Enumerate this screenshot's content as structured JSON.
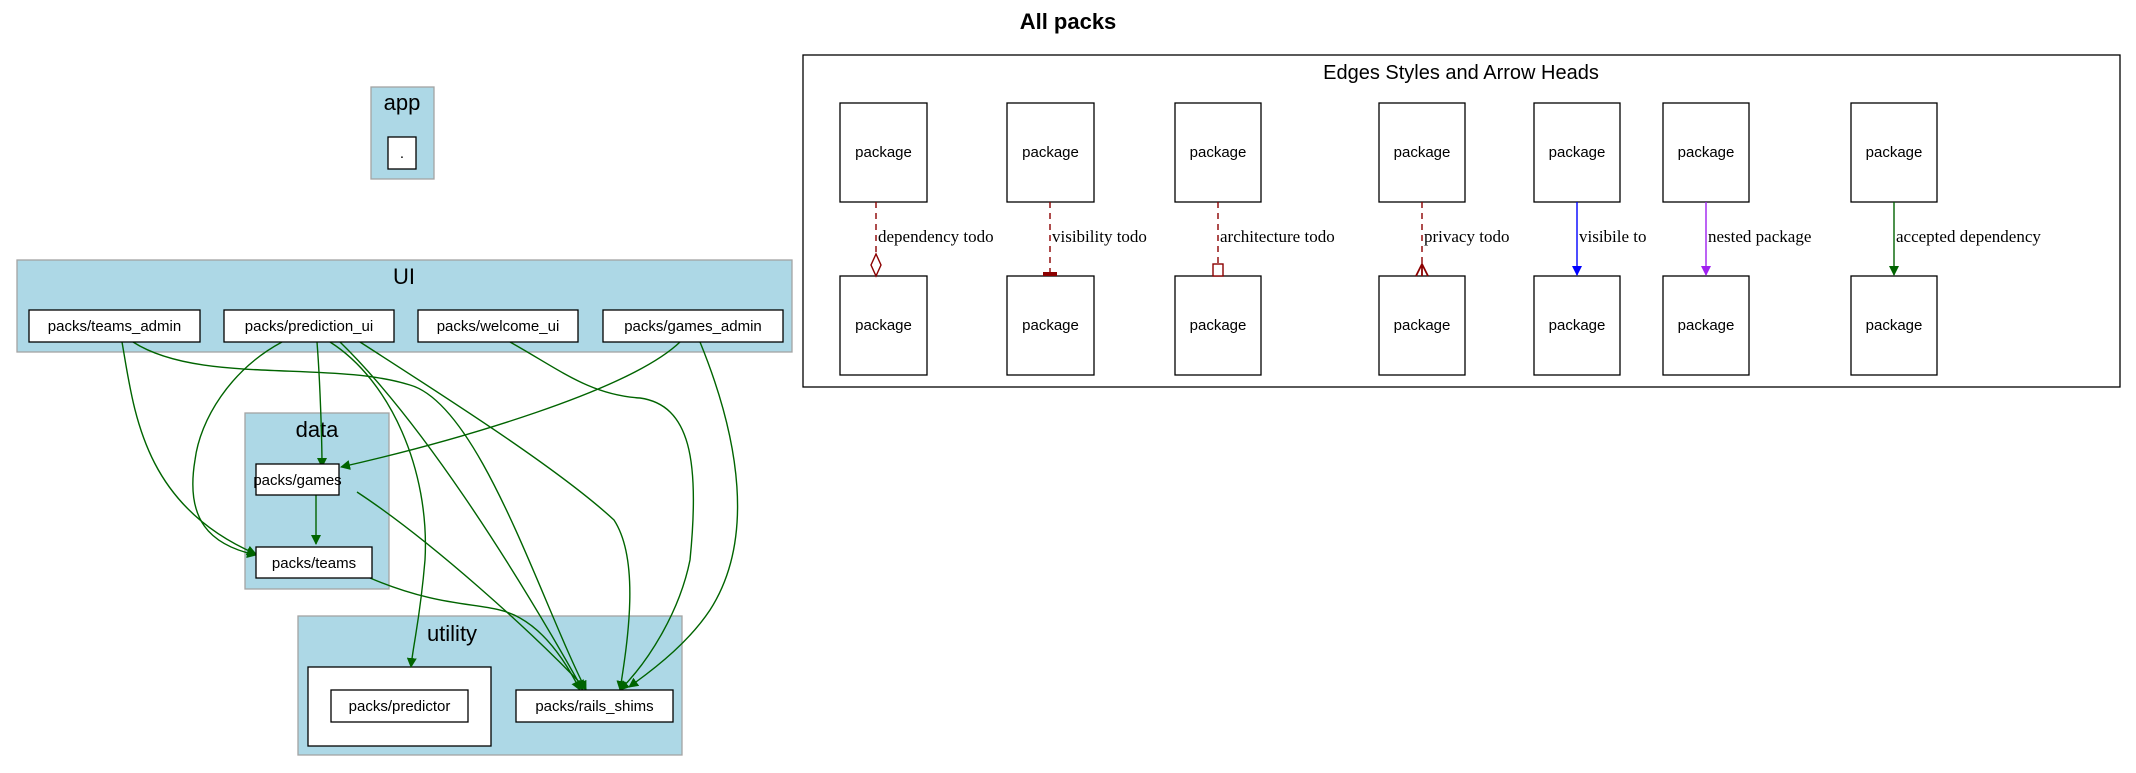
{
  "title": "All packs",
  "colors": {
    "cluster_fill": "#add8e6",
    "cluster_stroke": "#a3a3a3",
    "edge_green": "#006400",
    "todo_red": "#8b0000",
    "visible_blue": "#0000ff",
    "nested_purple": "#a020f0"
  },
  "clusters": {
    "app": {
      "label": "app"
    },
    "ui": {
      "label": "UI"
    },
    "data": {
      "label": "data"
    },
    "utility": {
      "label": "utility"
    }
  },
  "nodes": {
    "root": ".",
    "teams_admin": "packs/teams_admin",
    "prediction_ui": "packs/prediction_ui",
    "welcome_ui": "packs/welcome_ui",
    "games_admin": "packs/games_admin",
    "games": "packs/games",
    "teams": "packs/teams",
    "predictor": "packs/predictor",
    "rails_shims": "packs/rails_shims"
  },
  "edges": [
    [
      "packs/teams_admin",
      "packs/teams"
    ],
    [
      "packs/teams_admin",
      "packs/rails_shims"
    ],
    [
      "packs/prediction_ui",
      "packs/games"
    ],
    [
      "packs/prediction_ui",
      "packs/teams"
    ],
    [
      "packs/prediction_ui",
      "packs/predictor"
    ],
    [
      "packs/prediction_ui",
      "packs/rails_shims"
    ],
    [
      "packs/prediction_ui",
      "packs/rails_shims"
    ],
    [
      "packs/welcome_ui",
      "packs/rails_shims"
    ],
    [
      "packs/games_admin",
      "packs/games"
    ],
    [
      "packs/games_admin",
      "packs/rails_shims"
    ],
    [
      "packs/games",
      "packs/teams"
    ],
    [
      "packs/games",
      "packs/rails_shims"
    ],
    [
      "packs/teams",
      "packs/rails_shims"
    ]
  ],
  "legend": {
    "title": "Edges Styles and Arrow Heads",
    "node_label": "package",
    "items": [
      {
        "label": "dependency todo",
        "style": "dashed",
        "arrowhead": "odiamond",
        "color": "#8b0000"
      },
      {
        "label": "visibility todo",
        "style": "dashed",
        "arrowhead": "tee",
        "color": "#8b0000"
      },
      {
        "label": "architecture todo",
        "style": "dashed",
        "arrowhead": "obox",
        "color": "#8b0000"
      },
      {
        "label": "privacy todo",
        "style": "dashed",
        "arrowhead": "crow",
        "color": "#8b0000"
      },
      {
        "label": "visibile to",
        "style": "solid",
        "arrowhead": "normal",
        "color": "#0000ff"
      },
      {
        "label": "nested package",
        "style": "solid",
        "arrowhead": "normal",
        "color": "#a020f0"
      },
      {
        "label": "accepted dependency",
        "style": "solid",
        "arrowhead": "normal",
        "color": "#006400"
      }
    ]
  }
}
